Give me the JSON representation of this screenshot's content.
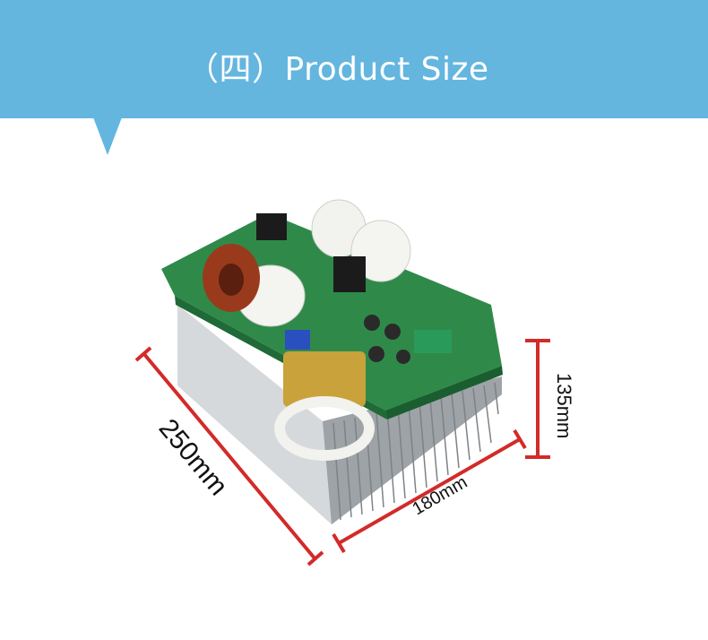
{
  "header": {
    "title": "（四）Product Size",
    "background_color": "#64b6df"
  },
  "dimensions": {
    "length_label": "250mm",
    "width_label": "180mm",
    "height_label": "135mm",
    "line_color": "#d32a2a"
  },
  "product_image": {
    "icon": "induction-heating-board-on-heatsink"
  }
}
